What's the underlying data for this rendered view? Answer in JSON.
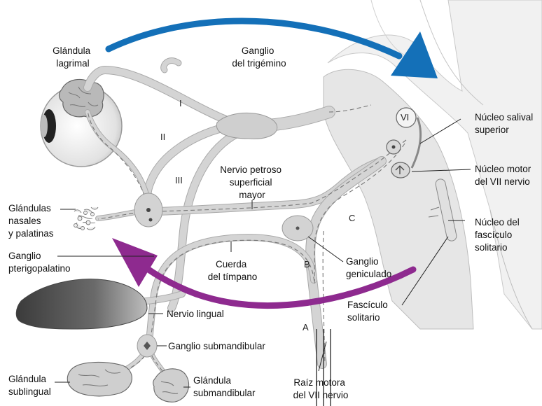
{
  "labels": {
    "lacrimal_gland": [
      "Glándula",
      "lagrimal"
    ],
    "trigeminal_ganglion": [
      "Ganglio",
      "del trigémino"
    ],
    "superior_salivatory": [
      "Núcleo salival",
      "superior"
    ],
    "facial_motor_nucleus": [
      "Núcleo motor",
      "del VII nervio"
    ],
    "solitary_nucleus": [
      "Núcleo del",
      "fascículo",
      "solitario"
    ],
    "nasal_palatine_glands": [
      "Glándulas",
      "nasales",
      "y palatinas"
    ],
    "greater_petrosal": [
      "Nervio petroso",
      "superficial",
      "mayor"
    ],
    "pterygopalatine": [
      "Ganglio",
      "pterigopalatino"
    ],
    "chorda_tympani": [
      "Cuerda",
      "del tímpano"
    ],
    "geniculate": [
      "Ganglio",
      "geniculado"
    ],
    "lingual_nerve": "Nervio lingual",
    "solitary_tract": [
      "Fascículo",
      "solitario"
    ],
    "submandibular_ganglion": "Ganglio submandibular",
    "sublingual_gland": [
      "Glándula",
      "sublingual"
    ],
    "submandibular_gland": [
      "Glándula",
      "submandibular"
    ],
    "motor_root": [
      "Raíz motora",
      "del VII nervio"
    ]
  },
  "markers": {
    "roman_I": "I",
    "roman_II": "II",
    "roman_III": "III",
    "roman_VI": "VI",
    "letter_A": "A",
    "letter_B": "B",
    "letter_C": "C"
  },
  "colors": {
    "blue_arrow": "#1470b8",
    "purple_arrow": "#8e2a8f",
    "nerve_fill": "#d4d4d4",
    "brainstem_fill": "#e9e9e9"
  }
}
